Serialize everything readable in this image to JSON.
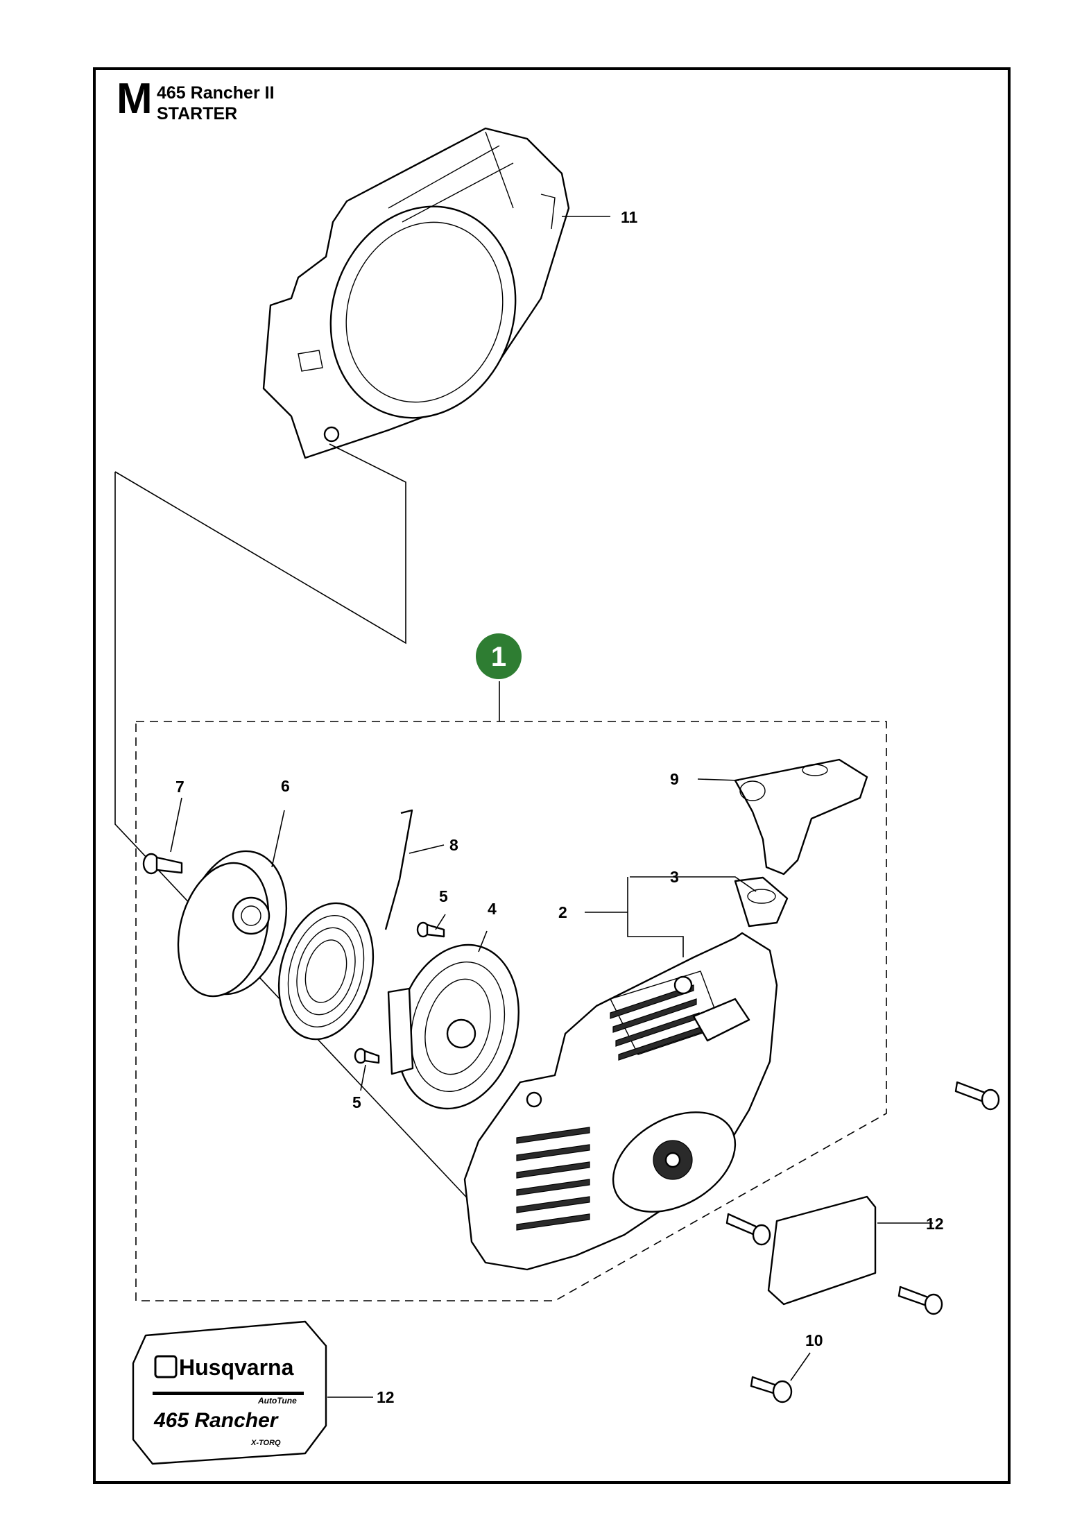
{
  "header": {
    "model_letter": "M",
    "model_name": "465 Rancher II",
    "section_name": "STARTER"
  },
  "assembly_badge": "1",
  "callouts": [
    {
      "id": "c11",
      "label": "11"
    },
    {
      "id": "c7",
      "label": "7"
    },
    {
      "id": "c6",
      "label": "6"
    },
    {
      "id": "c8",
      "label": "8"
    },
    {
      "id": "c9",
      "label": "9"
    },
    {
      "id": "c3",
      "label": "3"
    },
    {
      "id": "c2",
      "label": "2"
    },
    {
      "id": "c5a",
      "label": "5"
    },
    {
      "id": "c4",
      "label": "4"
    },
    {
      "id": "c5b",
      "label": "5"
    },
    {
      "id": "c12a",
      "label": "12"
    },
    {
      "id": "c10",
      "label": "10"
    },
    {
      "id": "c12b",
      "label": "12"
    }
  ],
  "decal": {
    "brand": "Husqvarna",
    "feature": "AutoTune",
    "model": "465 Rancher",
    "engine": "X-TORQ"
  },
  "colors": {
    "badge": "#2e7d32",
    "ink": "#000000",
    "paper": "#ffffff"
  }
}
